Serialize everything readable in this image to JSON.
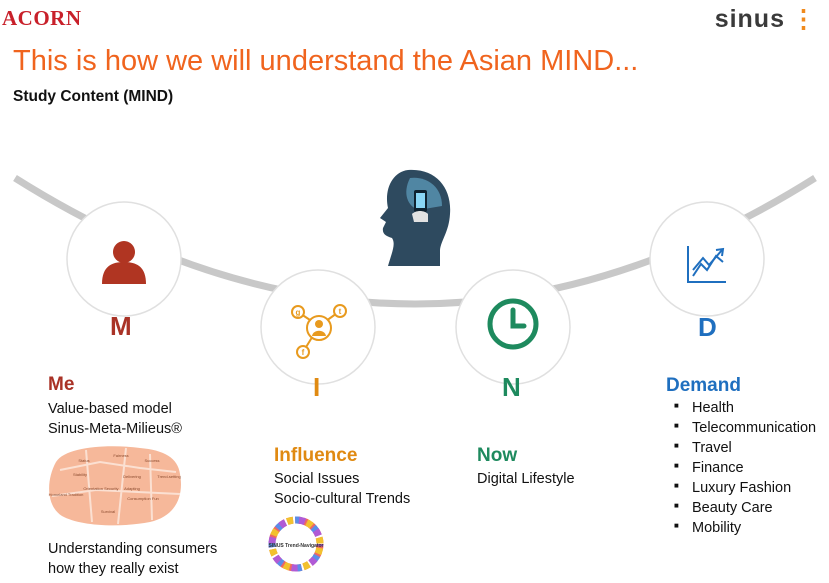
{
  "header": {
    "brand_left": "ACORN",
    "brand_right": "SINUS",
    "title": "This is how we will understand the Asian MIND...",
    "subtitle": "Study Content (MIND)"
  },
  "nodes": [
    {
      "letter": "M",
      "heading": "Me",
      "color": "#a93226",
      "icon": "person-icon",
      "lines": [
        "Value-based model",
        "Sinus-Meta-Milieus®"
      ],
      "footer": [
        "Understanding consumers",
        "how they really exist"
      ]
    },
    {
      "letter": "I",
      "heading": "Influence",
      "color": "#e08a12",
      "icon": "social-network-icon",
      "lines": [
        "Social Issues",
        "Socio-cultural Trends"
      ],
      "badge": "SINUS Trend-Navigator"
    },
    {
      "letter": "N",
      "heading": "Now",
      "color": "#1e8a5e",
      "icon": "clock-icon",
      "lines": [
        "Digital Lifestyle"
      ]
    },
    {
      "letter": "D",
      "heading": "Demand",
      "color": "#1f6fbf",
      "icon": "trend-chart-icon",
      "items": [
        "Health",
        "Telecommunication",
        "Travel",
        "Finance",
        "Luxury Fashion",
        "Beauty Care",
        "Mobility"
      ]
    }
  ],
  "milieus_map": {
    "labels": [
      "Status",
      "Fairness",
      "Success",
      "Stability",
      "Delivering",
      "Trend-setting",
      "Orientation Security",
      "Adapting",
      "Homeland Tradition",
      "Consumption Fun",
      "Survival"
    ]
  },
  "colors": {
    "accent_orange": "#f0641e",
    "arc_grey": "#c8c8c8"
  }
}
